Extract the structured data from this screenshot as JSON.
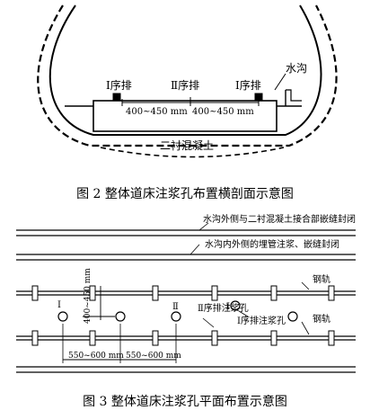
{
  "figure2": {
    "label_row1_left": "Ⅰ序排",
    "label_row2": "Ⅱ序排",
    "label_row1_right": "Ⅰ序排",
    "label_ditch": "水沟",
    "dim_left": "400~450 mm",
    "dim_right": "400~450 mm",
    "label_lining": "二衬混凝土",
    "caption": "图 2    整体道床注浆孔布置横剖面示意图"
  },
  "figure3": {
    "note_top": "水沟外侧与二衬混凝土接合部嵌缝封闭",
    "note_second": "水沟内外侧的埋管注浆、嵌缝封闭",
    "label_rail_upper": "钢轨",
    "label_rail_lower": "钢轨",
    "label_hole_type1": "Ⅰ序排注浆孔",
    "label_hole_type2": "Ⅱ序排注浆孔",
    "label_II": "Ⅱ",
    "label_I_left": "Ⅰ",
    "label_I_right": "Ⅰ",
    "dim_vertical": "400~450 mm",
    "dim_left": "550~600 mm",
    "dim_right": "550~600 mm",
    "caption": "图 3    整体道床注浆孔平面布置示意图"
  }
}
